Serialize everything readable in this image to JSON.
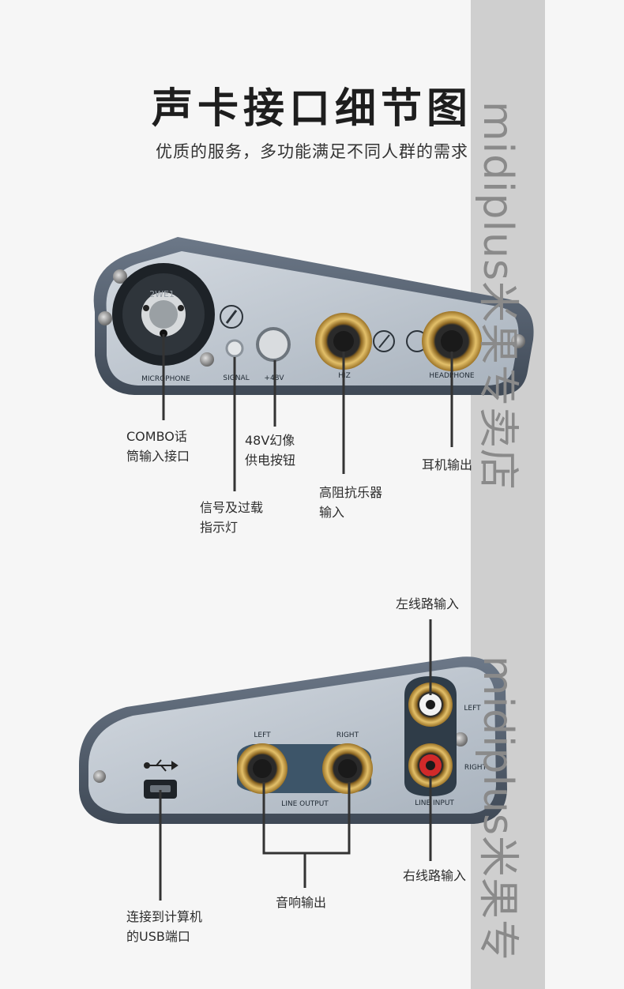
{
  "header": {
    "title": "声卡接口细节图",
    "subtitle": "优质的服务，多功能满足不同人群的需求"
  },
  "watermark": {
    "top": "midiplus米果专卖店",
    "bottom": "midiplus米果专"
  },
  "front_panel": {
    "jack_labels": {
      "microphone": "MICROPHONE",
      "signal": "SIGNAL",
      "phantom": "+48V",
      "hiz": "HIZ",
      "headphone": "HEADPHONE",
      "combo_mark": "2WE1"
    },
    "callouts": {
      "combo": [
        "COMBO话",
        "筒输入接口"
      ],
      "phantom": [
        "48V幻像",
        "供电按钮"
      ],
      "signal": [
        "信号及过载",
        "指示灯"
      ],
      "hiz": [
        "高阻抗乐器",
        "输入"
      ],
      "headphone": [
        "耳机输出"
      ]
    }
  },
  "rear_panel": {
    "jack_labels": {
      "left_out": "LEFT",
      "right_out": "RIGHT",
      "line_output": "LINE OUTPUT",
      "left_in": "LEFT",
      "right_in": "RIGHT",
      "line_input": "LINE INPUT"
    },
    "callouts": {
      "left_input": [
        "左线路输入"
      ],
      "right_input": [
        "右线路输入"
      ],
      "speaker_output": [
        "音响输出"
      ],
      "usb": [
        "连接到计算机",
        "的USB端口"
      ]
    }
  },
  "colors": {
    "panel_body": "#4f5a68",
    "faceplate": "#b9c2cc",
    "gold": "#c79a3c",
    "callout_line": "#333333",
    "watermark_band": "#c8c8c8"
  }
}
